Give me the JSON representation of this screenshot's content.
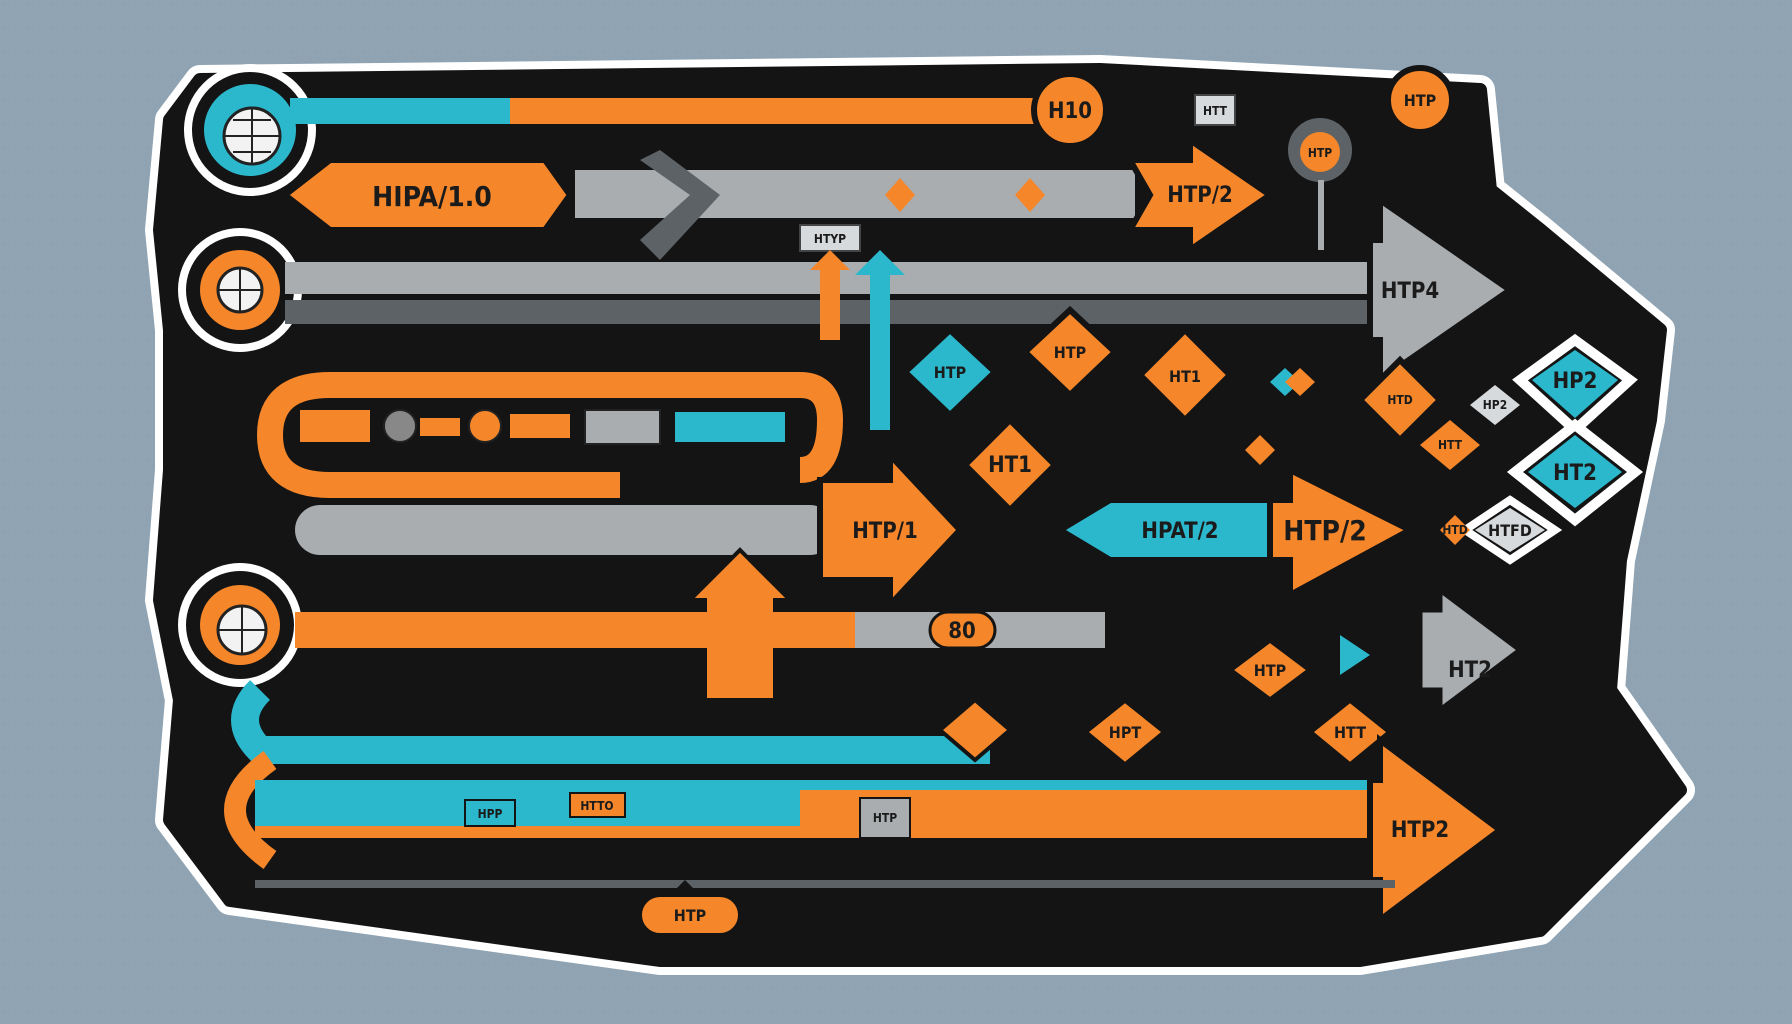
{
  "colors": {
    "background": "#8fa3b2",
    "panel": "#141414",
    "orange": "#f5862a",
    "teal": "#2bb7cc",
    "gray": "#a9adb0",
    "dark_gray": "#5c6266"
  },
  "labels": {
    "top_circle_right": "H10",
    "top_tag_small": "HTT",
    "top_circle_far_right": "HTP",
    "top_circle_hanging": "HTP",
    "hipa_arrow": "HIPA/1.0",
    "htp2_top_arrow": "HTP/2",
    "htyp_tab": "HTYP",
    "htp4_arrow": "HTP4",
    "diamond_teal_1": "HTP",
    "diamond_orange_1": "HTP",
    "diamond_orange_2": "HT1",
    "diamond_orange_3": "HTD",
    "diamond_small_gray": "HP2",
    "diamond_teal_2": "HP2",
    "diamond_orange_mid": "HT1",
    "diamond_small_orange": "HTT",
    "diamond_teal_3": "HT2",
    "htp1_arrow": "HTP/1",
    "hpat2_arrow": "HPAT/2",
    "htp2_mid_arrow": "HTP/2",
    "diamond_small_orange_2": "HTD",
    "diamond_gray_right": "HTFD",
    "bubble_mid": "80",
    "diamond_orange_low_1": "HTP",
    "diamond_orange_low_2": "HPT",
    "diamond_orange_low_3": "HTT",
    "ht2_gray_arrow": "HT2",
    "hpp_tag": "HPP",
    "htto_tag": "HTTO",
    "htp_truck": "HTP",
    "htp2_bottom_arrow": "HTP2",
    "bottom_badge": "HTP"
  }
}
